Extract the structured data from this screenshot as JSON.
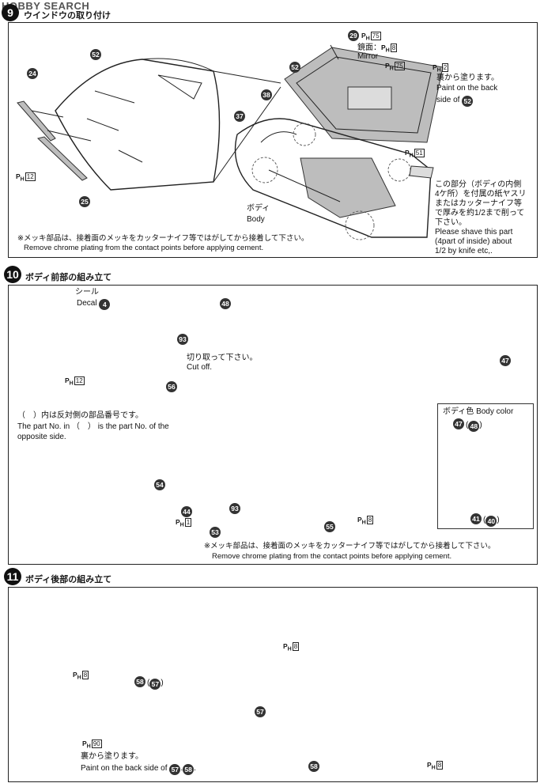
{
  "watermark": "HOBBY SEARCH",
  "sections": [
    {
      "number": "9",
      "title": "ウインドウの取り付け",
      "parts": {
        "p29": "29",
        "p52a": "52",
        "p52b": "52",
        "p24": "24",
        "p25": "25",
        "p37": "37",
        "p38": "38"
      },
      "ph_tags": {
        "ph75a": "75",
        "ph8": "8",
        "ph75b": "75",
        "ph2": "2",
        "ph51": "51",
        "ph12": "12"
      },
      "labels": {
        "mirror_jp": "鏡面：",
        "mirror_en": "Mirror",
        "back_jp": "裏から塗ります。",
        "back_en1": "Paint on the back",
        "back_en2": "side of",
        "back_part": "52",
        "body_jp": "ボディ",
        "body_en": "Body",
        "shave_jp1": "この部分（ボディの内側",
        "shave_jp2": "4ケ所）を付属の紙ヤスリ",
        "shave_jp3": "またはカッターナイフ等",
        "shave_jp4": "で厚みを約1/2まで削って",
        "shave_jp5": "下さい。",
        "shave_en1": "Please shave this part",
        "shave_en2": "(4part of inside)  about",
        "shave_en3": "1/2 by knife etc,.",
        "note_jp": "※メッキ部品は、接着面のメッキをカッターナイフ等ではがしてから接着して下さい。",
        "note_en": "Remove chrome plating from the contact points before applying cement."
      }
    },
    {
      "number": "10",
      "title": "ボディ前部の組み立て",
      "parts": {
        "p93a": "93",
        "p48": "48",
        "p47": "47",
        "p56": "56",
        "p54": "54",
        "p44": "44",
        "p93b": "93",
        "p53": "53",
        "p55": "55",
        "p47c": "47",
        "p48c": "48",
        "p41": "41",
        "p40": "40",
        "p4": "4"
      },
      "ph_tags": {
        "ph12": "12",
        "ph1": "1",
        "ph8": "8"
      },
      "labels": {
        "decal_jp": "シール",
        "decal_en": "Decal",
        "cut_jp": "切り取って下さい。",
        "cut_en": "Cut off.",
        "opp_jp": "（　）内は反対側の部品番号です。",
        "opp_en1": "The part No. in （　） is the part No. of the",
        "opp_en2": "opposite side.",
        "body_color": "ボディ色 Body color",
        "note_jp": "※メッキ部品は、接着面のメッキをカッターナイフ等ではがしてから接着して下さい。",
        "note_en": "Remove chrome plating from the contact points before applying cement."
      }
    },
    {
      "number": "11",
      "title": "ボディ後部の組み立て",
      "parts": {
        "p58a": "58",
        "p57a": "57",
        "p57b": "57",
        "p58b": "58"
      },
      "ph_tags": {
        "ph8a": "8",
        "ph90": "90",
        "ph8b": "8",
        "ph8c": "8"
      },
      "labels": {
        "back_jp": "裏から塗ります。",
        "back_en": "Paint on the back side of"
      }
    }
  ],
  "ph_prefix": "P",
  "ph_sub": "H"
}
